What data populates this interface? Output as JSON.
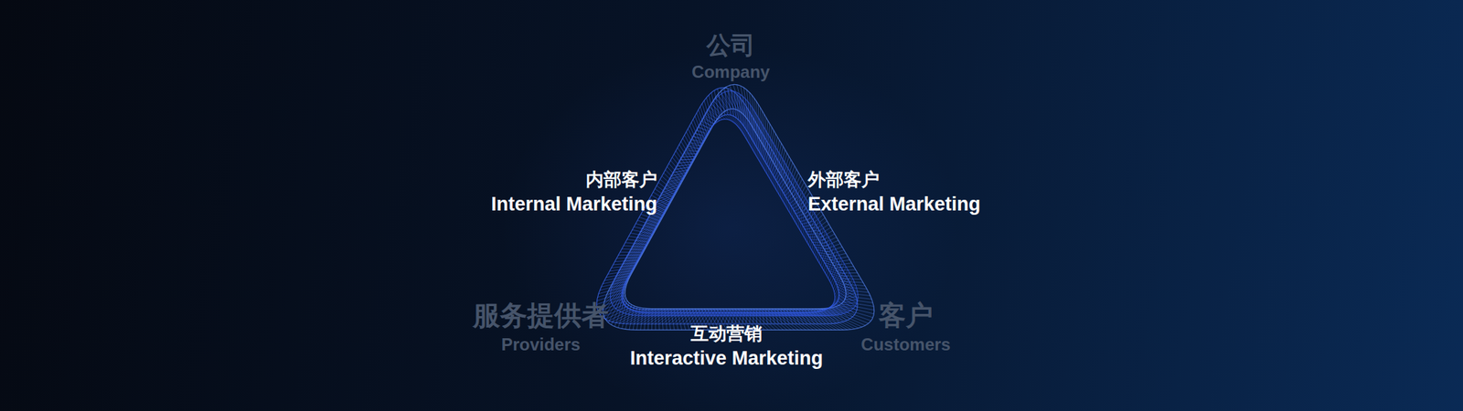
{
  "diagram": {
    "labels": [
      "公司",
      "Company",
      "内部客户",
      "Internal Marketing",
      "外部客户",
      "External Marketing",
      "服务提供者",
      "Providers",
      "客户",
      "Customers",
      "互动营销",
      "Interactive Marketing"
    ]
  }
}
